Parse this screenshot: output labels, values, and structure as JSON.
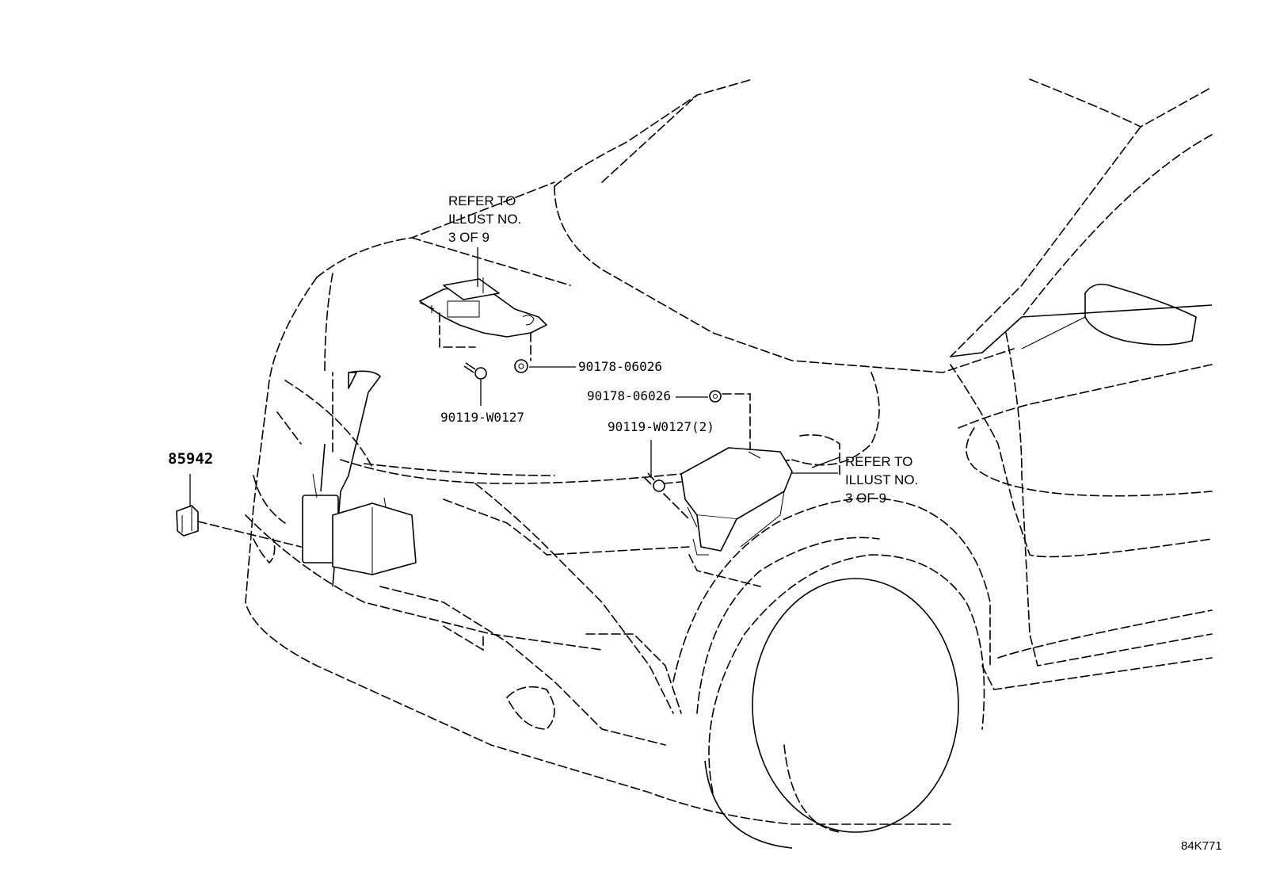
{
  "labels": {
    "refer_top": "REFER TO\nILLUST NO.\n3 OF 9",
    "refer_right": "REFER TO\nILLUST NO.\n3 OF 9",
    "nut_top": "90178-06026",
    "bolt_top": "90119-W0127",
    "nut_right": "90178-06026",
    "bolt_right": "90119-W0127(2)",
    "part_left": "85942",
    "illustration_code": "84K771"
  }
}
